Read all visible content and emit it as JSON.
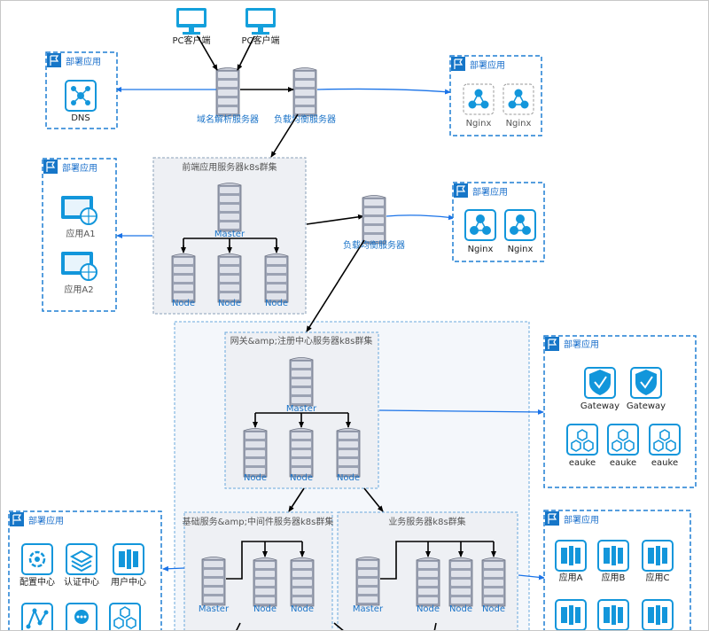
{
  "clients": [
    {
      "label": "PC客户端"
    },
    {
      "label": "PC客户端"
    }
  ],
  "top_servers": {
    "dns_server": "域名解析服务器",
    "lb_server": "负载均衡服务器"
  },
  "deploy_title": "部署应用",
  "dns_box": {
    "items": [
      "DNS"
    ]
  },
  "nginx_top": {
    "items": [
      "Nginx",
      "Nginx"
    ]
  },
  "frontend_cluster": {
    "title": "前端应用服务器k8s群集",
    "master": "Master",
    "nodes": [
      "Node",
      "Node",
      "Node"
    ]
  },
  "apps_left": {
    "items": [
      "应用A1",
      "应用A2"
    ]
  },
  "lb2": {
    "label": "负载均衡服务器"
  },
  "nginx_mid": {
    "items": [
      "Nginx",
      "Nginx"
    ]
  },
  "gateway_cluster": {
    "title": "网关&amp;注册中心服务器k8s群集",
    "master": "Master",
    "nodes": [
      "Node",
      "Node",
      "Node"
    ]
  },
  "gateway_apps": {
    "row1": [
      "Gateway",
      "Gateway"
    ],
    "row2": [
      "eauke",
      "eauke",
      "eauke"
    ]
  },
  "base_cluster": {
    "title": "基础服务&amp;中间件服务器k8s群集",
    "master": "Master",
    "nodes": [
      "Node",
      "Node"
    ]
  },
  "biz_cluster": {
    "title": "业务服务器k8s群集",
    "master": "Master",
    "nodes": [
      "Node",
      "Node",
      "Node"
    ]
  },
  "base_apps": {
    "row1": [
      "配置中心",
      "认证中心",
      "用户中心"
    ]
  },
  "biz_apps": {
    "row1": [
      "应用A",
      "应用B",
      "应用C"
    ]
  },
  "colors": {
    "accent": "#1296db",
    "line": "#1a73e8",
    "dash": "#1f7fd4",
    "cluster_bg": "#eef0f4",
    "outer_bg": "#f4f7fb"
  }
}
